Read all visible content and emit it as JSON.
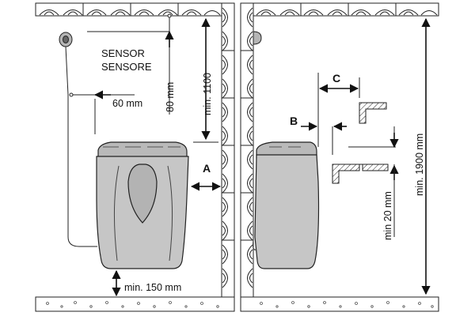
{
  "labels": {
    "sensor": "SENSOR",
    "sensore": "SENSORE",
    "dim_60": "60 mm",
    "dim_80": "80 mm",
    "dim_1100": "min. 1100",
    "dim_150": "min. 150 mm",
    "dim_1900": "min. 1900 mm",
    "dim_20": "min 20 mm",
    "letter_a": "A",
    "letter_b": "B",
    "letter_c": "C"
  },
  "colors": {
    "heater_body": "#c6c6c6",
    "heater_top": "#b9b9b9",
    "line": "#1a1a1a"
  }
}
